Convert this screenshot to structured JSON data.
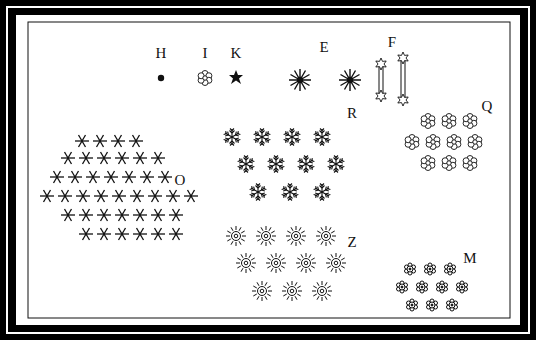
{
  "diagram": {
    "labels": [
      "H",
      "I",
      "K",
      "E",
      "F",
      "O",
      "R",
      "Q",
      "Z",
      "M"
    ]
  }
}
